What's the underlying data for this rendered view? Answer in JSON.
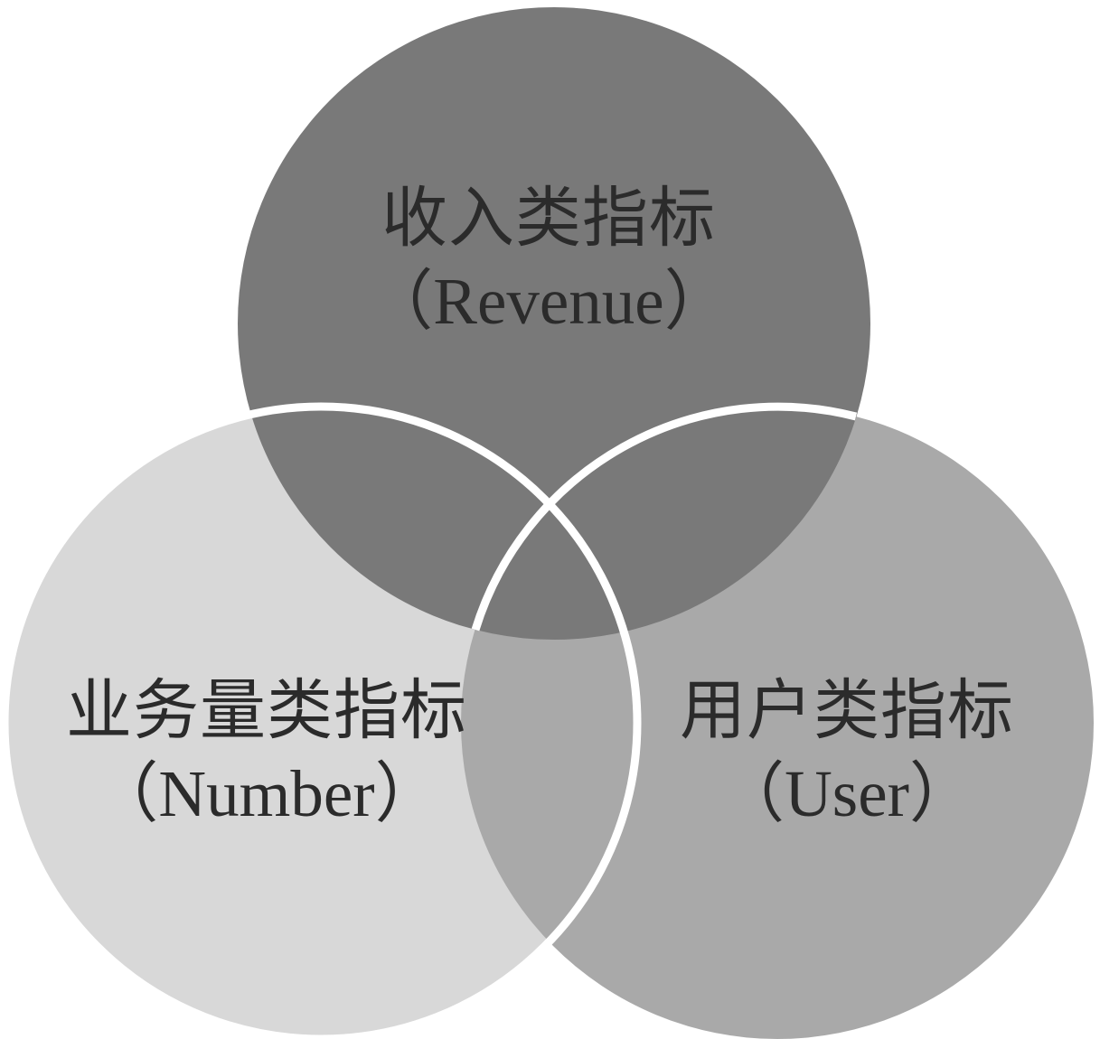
{
  "diagram": {
    "type": "venn",
    "background": "#ffffff",
    "stroke_color": "#ffffff",
    "text_color": "#2b2b2b",
    "sets": [
      {
        "name": "revenue",
        "position": "top",
        "label_zh": "收入类指标",
        "label_en": "（Revenue）",
        "fill": "#797979"
      },
      {
        "name": "number",
        "position": "bottom-left",
        "label_zh": "业务量类指标",
        "label_en": "（Number）",
        "fill": "#d8d8d8"
      },
      {
        "name": "user",
        "position": "bottom-right",
        "label_zh": "用户类指标",
        "label_en": "（User）",
        "fill": "#a9a9a9"
      }
    ]
  }
}
